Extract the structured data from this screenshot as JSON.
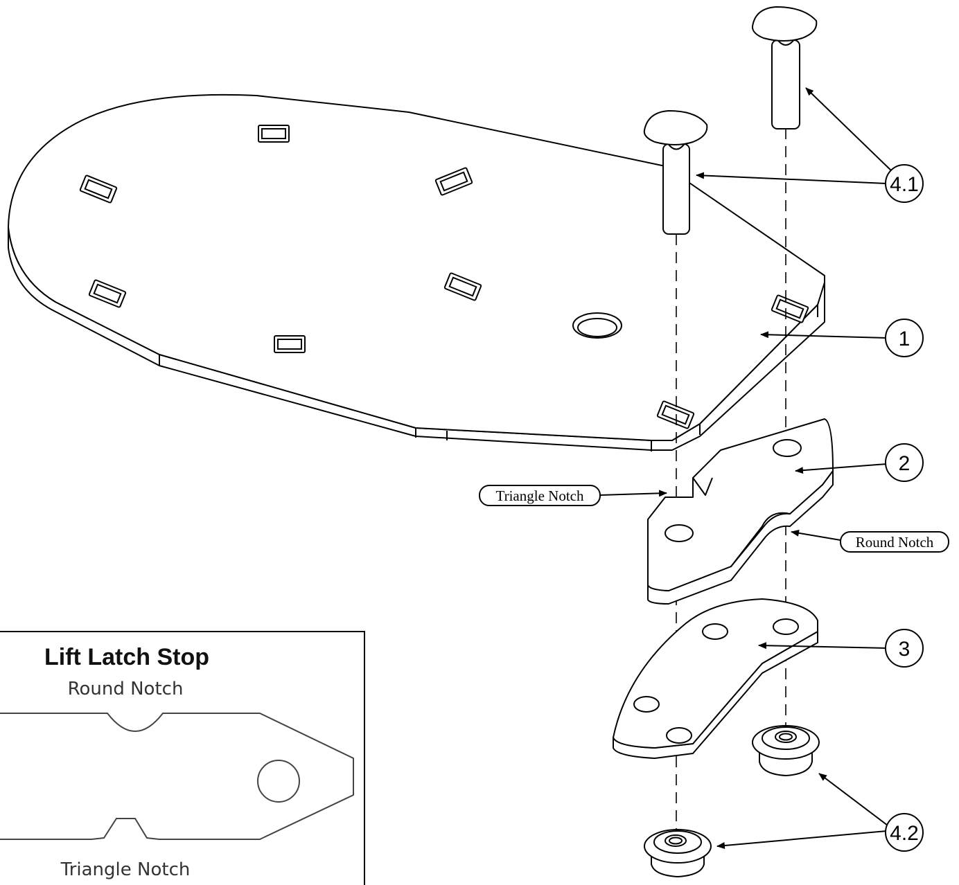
{
  "callouts": {
    "c41": "4.1",
    "c1": "1",
    "c2": "2",
    "c3": "3",
    "c42": "4.2"
  },
  "tags": {
    "triangle_notch": "Triangle Notch",
    "round_notch": "Round Notch"
  },
  "inset": {
    "title": "Lift Latch Stop",
    "top_label": "Round Notch",
    "bottom_label": "Triangle Notch"
  },
  "colors": {
    "line": "#000000",
    "background": "#ffffff",
    "inset_line": "#444444"
  }
}
